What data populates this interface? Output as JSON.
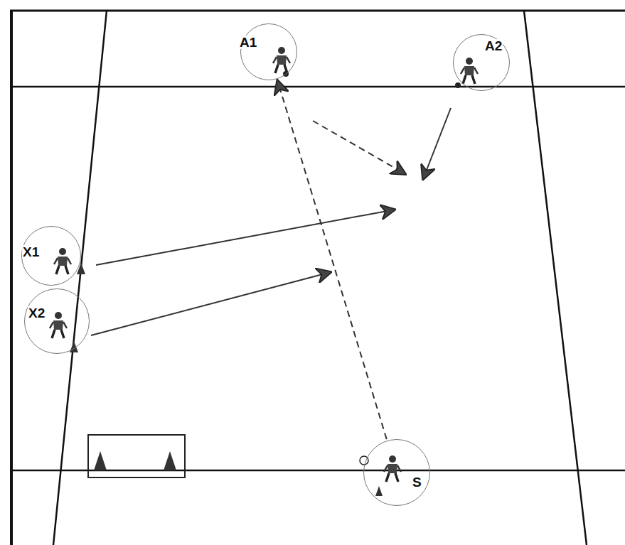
{
  "diagram": {
    "nodes": [
      {
        "text": [
          "A1"
        ]
      },
      {
        "text": [
          "A2"
        ]
      },
      {
        "text": [
          "X1"
        ]
      },
      {
        "text": [
          "X2"
        ]
      },
      {
        "text": [
          "S"
        ]
      }
    ],
    "edges": [
      {
        "from": 4,
        "to": 0,
        "arrow": "to"
      }
    ]
  }
}
